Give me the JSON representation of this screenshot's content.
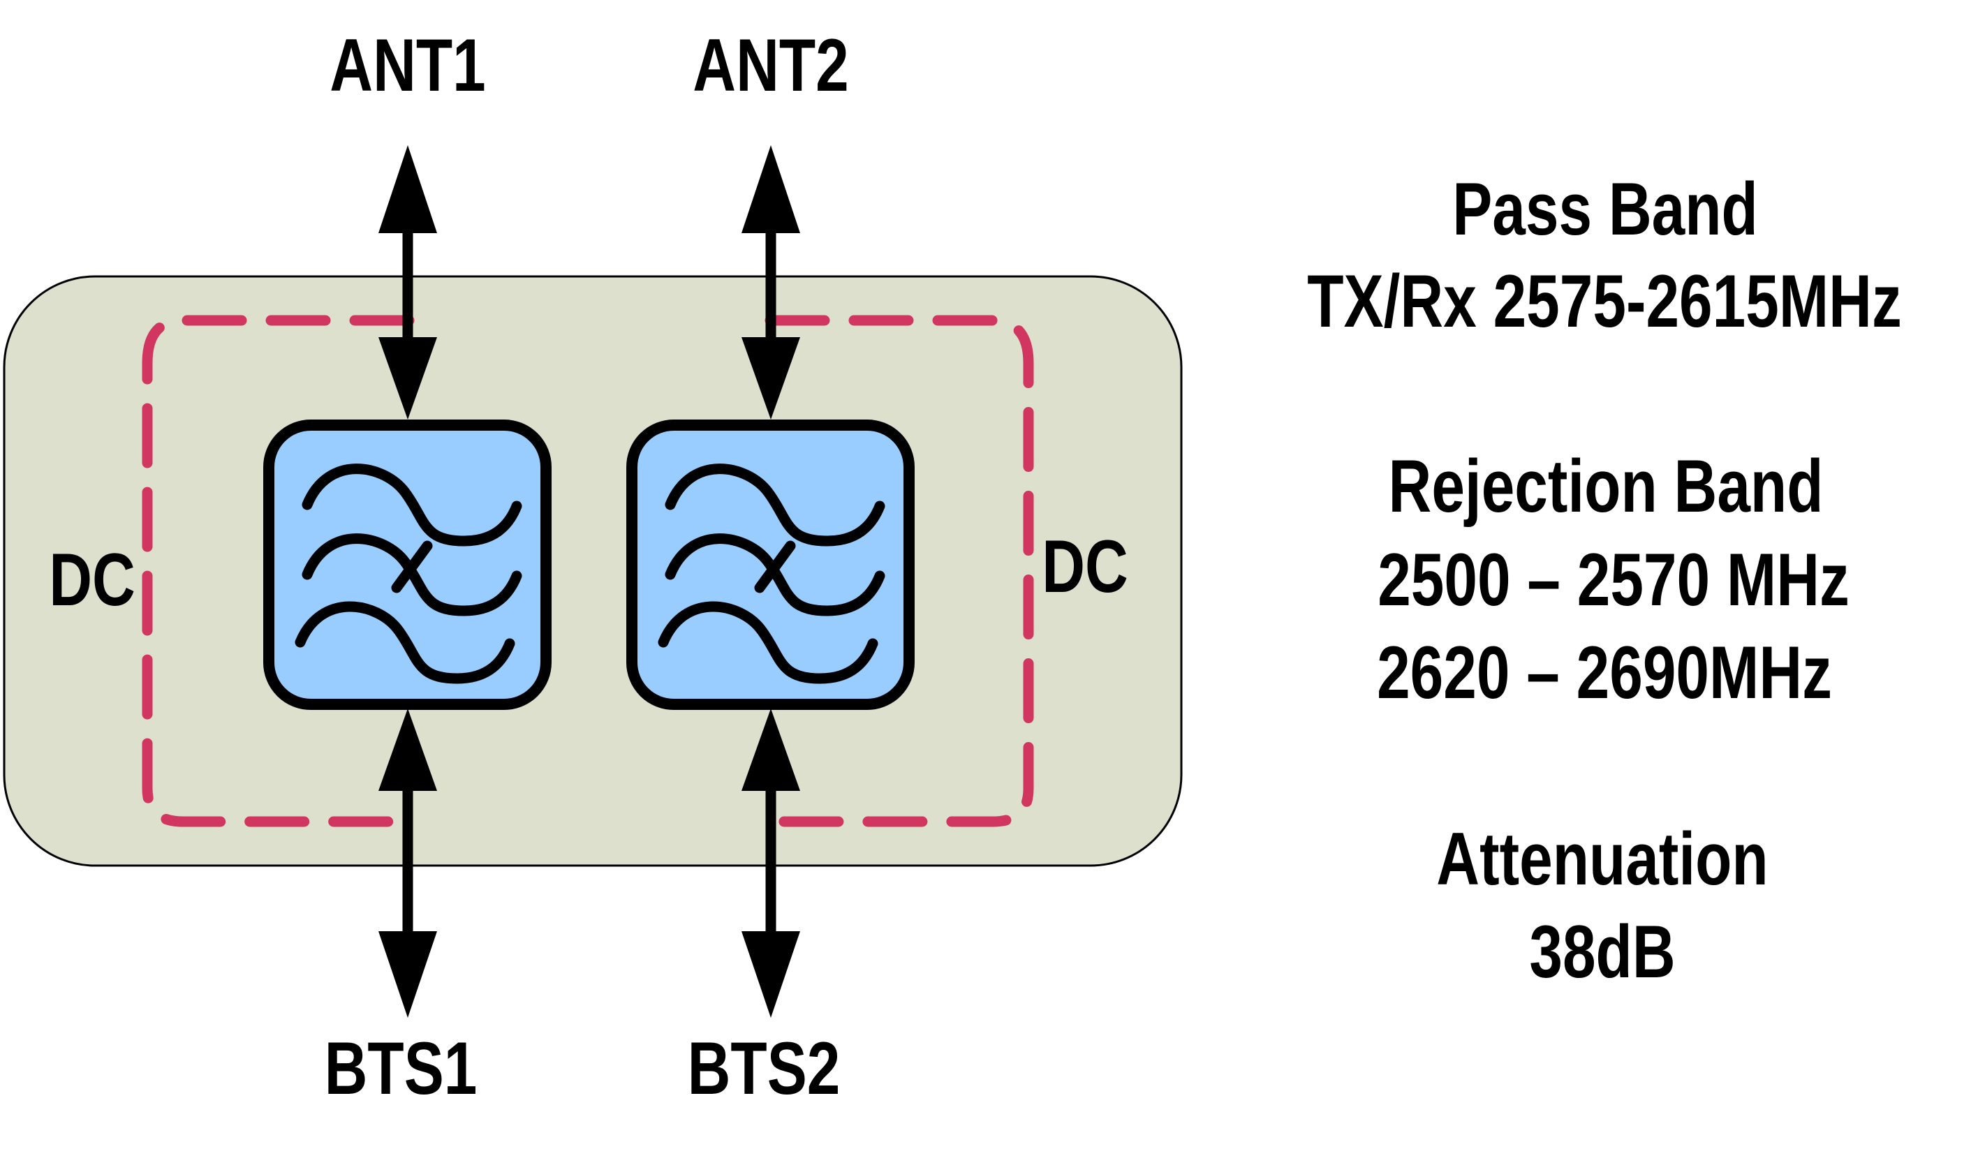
{
  "diagram": {
    "title": "Dual band-pass filter combiner block diagram",
    "ports": {
      "antenna_1": "ANT1",
      "antenna_2": "ANT2",
      "bts_1": "BTS1",
      "bts_2": "BTS2"
    },
    "dc_labels": {
      "left": "DC",
      "right": "DC"
    },
    "filters": [
      {
        "name": "filter-1",
        "icon": "bandpass-filter-icon",
        "connects": [
          "ANT1",
          "BTS1"
        ]
      },
      {
        "name": "filter-2",
        "icon": "bandpass-filter-icon",
        "connects": [
          "ANT2",
          "BTS2"
        ]
      }
    ],
    "specs": {
      "pass_band_heading": "Pass Band",
      "pass_band_value": "TX/Rx 2575-2615MHz",
      "rejection_band_heading": "Rejection Band",
      "rejection_band_values": [
        "2500 – 2570 MHz",
        "2620 – 2690MHz"
      ],
      "attenuation_heading": "Attenuation",
      "attenuation_value": "38dB"
    },
    "colors": {
      "container_fill": "#dde0cc",
      "filter_fill": "#99ccff",
      "dc_boundary": "#d0365f",
      "ink": "#000000"
    }
  }
}
